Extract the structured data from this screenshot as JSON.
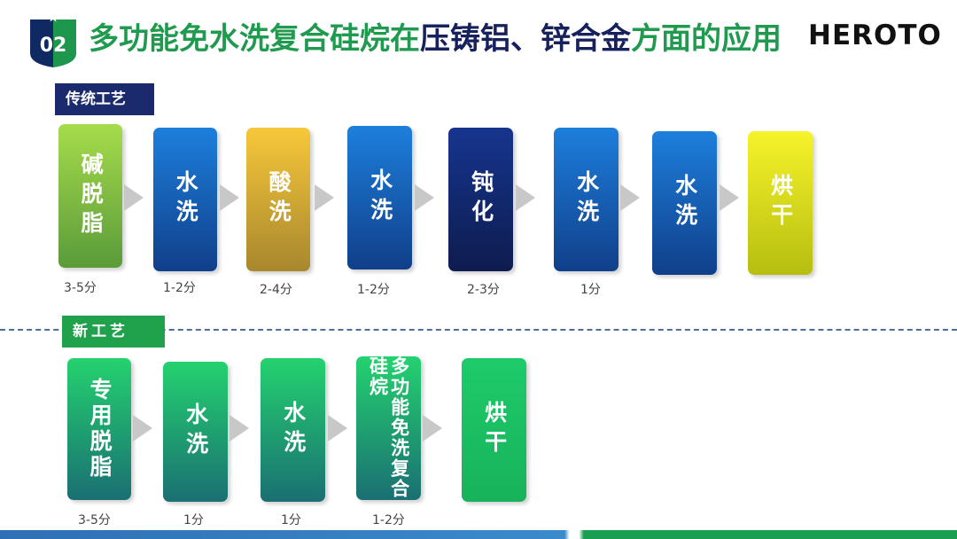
{
  "header": {
    "badge_number": "02",
    "title_part1": "多功能免水洗复合硅烷在",
    "title_part2": "压铸铝、锌合金",
    "title_part3": "方面的应用",
    "logo": "HEROTO"
  },
  "traditional": {
    "tag": "传统工艺",
    "steps": [
      {
        "label": "碱脱脂",
        "time": "3-5分"
      },
      {
        "label": "水洗",
        "time": "1-2分"
      },
      {
        "label": "酸洗",
        "time": "2-4分"
      },
      {
        "label": "水洗",
        "time": "1-2分"
      },
      {
        "label": "钝化",
        "time": "2-3分"
      },
      {
        "label": "水洗",
        "time": "1分"
      },
      {
        "label": "水洗",
        "time": ""
      },
      {
        "label": "烘干",
        "time": ""
      }
    ]
  },
  "new_process": {
    "tag": "新工艺",
    "steps": [
      {
        "label": "专用脱脂",
        "time": "3-5分"
      },
      {
        "label": "水洗",
        "time": "1分"
      },
      {
        "label": "水洗",
        "time": "1分"
      },
      {
        "label": "多功能免洗复合硅烷",
        "time": "1-2分"
      },
      {
        "label": "烘干",
        "time": ""
      }
    ]
  },
  "colors": {
    "title_green": "#1f9a4e",
    "title_navy": "#17215c",
    "tag_traditional": "#1a2a6c",
    "tag_new": "#1fa24b",
    "arrow": "#c8c8c8"
  },
  "icons": {
    "badge": "star-shield-badge-icon",
    "arrow": "chevron-right-arrow-icon"
  }
}
